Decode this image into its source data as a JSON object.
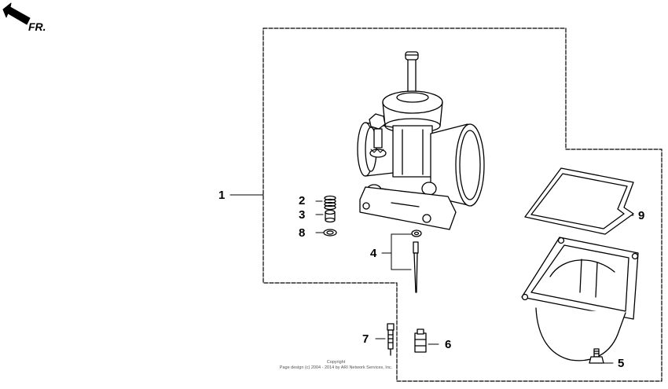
{
  "direction": {
    "label": "FR."
  },
  "callouts": [
    "1",
    "2",
    "3",
    "4",
    "5",
    "6",
    "7",
    "8",
    "9"
  ],
  "copyright": {
    "line1": "Copyright",
    "line2": "Page design (c) 2004 - 2014 by ARI Network Services, Inc."
  }
}
